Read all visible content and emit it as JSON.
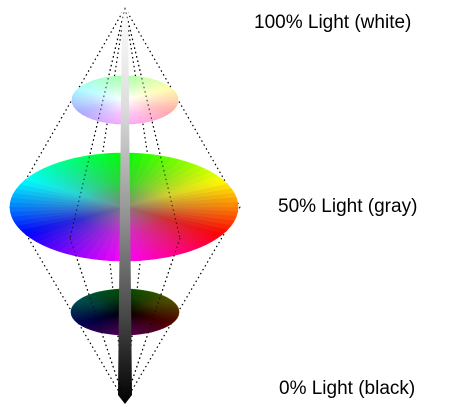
{
  "labels": {
    "top": "100% Light (white)",
    "middle": "50% Light (gray)",
    "bottom": "0% Light (black)"
  },
  "colors": {
    "background": "#ffffff",
    "text": "#000000",
    "outline": "#000000"
  },
  "levels": [
    {
      "lightness": 100,
      "label_key": "top"
    },
    {
      "lightness": 75
    },
    {
      "lightness": 50,
      "label_key": "middle"
    },
    {
      "lightness": 25
    },
    {
      "lightness": 0,
      "label_key": "bottom"
    }
  ]
}
